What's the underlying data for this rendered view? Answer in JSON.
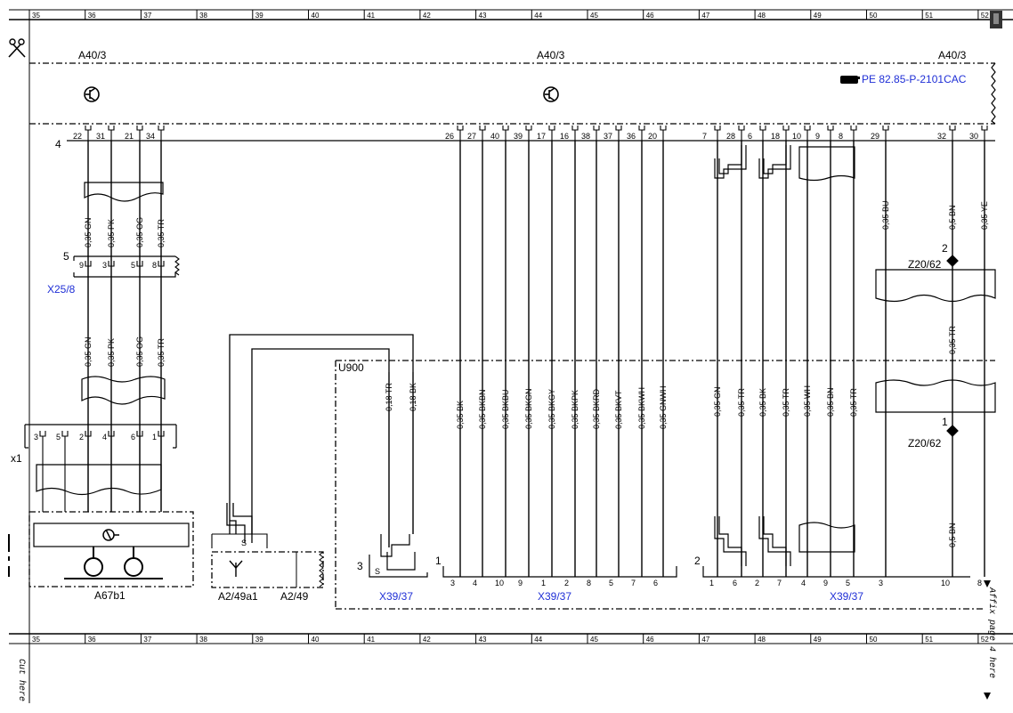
{
  "ruler": {
    "numbers": [
      "35",
      "36",
      "37",
      "38",
      "39",
      "40",
      "41",
      "42",
      "43",
      "44",
      "45",
      "46",
      "47",
      "48",
      "49",
      "50",
      "51",
      "52"
    ]
  },
  "margin": {
    "cut_here": "Cut here",
    "affix": "Affix page 4 here"
  },
  "components": {
    "a40_left": "A40/3",
    "a40_mid": "A40/3",
    "a40_right": "A40/3",
    "pe_reference": "PE 82.85-P-2101CAC",
    "bus_number": "4",
    "x25": "X25/8",
    "x25_pos": "5",
    "x1": "x1",
    "a67b1": "A67b1",
    "a2_49a1": "A2/49a1",
    "a2_49": "A2/49",
    "a2_49_s": "S",
    "u900": "U900",
    "z20_top": "Z20/62",
    "z20_top_pin": "2",
    "z20_bot": "Z20/62",
    "z20_bot_pin": "1",
    "x39_1": "X39/37",
    "x39_1_pos": "3",
    "x39_1_s": "S",
    "x39_2": "X39/37",
    "x39_2_pos": "1",
    "x39_3": "X39/37",
    "x39_3_pos": "2"
  },
  "a40_pins": [
    "22",
    "31",
    "21",
    "34",
    "26",
    "27",
    "40",
    "39",
    "17",
    "16",
    "38",
    "37",
    "36",
    "20",
    "7",
    "28",
    "6",
    "18",
    "10",
    "9",
    "8",
    "29",
    "32",
    "30"
  ],
  "x25_pins": [
    "9",
    "3",
    "5",
    "8"
  ],
  "x1_pins": [
    "3",
    "5",
    "2",
    "4",
    "6",
    "1"
  ],
  "x39_pins": {
    "left": [
      "3",
      "4",
      "10",
      "9",
      "1",
      "2",
      "8",
      "5",
      "7",
      "6"
    ],
    "right": [
      "1",
      "6",
      "2",
      "7",
      "4",
      "9",
      "5",
      "3",
      "10",
      "8"
    ]
  },
  "wire_labels": {
    "top_left": [
      "0,35 GN",
      "0,35 PK",
      "0,35 OG",
      "0,35 TR"
    ],
    "bottom_left": [
      "0,35 GN",
      "0,35 PK",
      "0,35 OG",
      "0,35 TR"
    ],
    "shield": [
      "0,18 TR",
      "0,18 BK"
    ],
    "mid": [
      "0,35 BK",
      "0,35 BKBN",
      "0,35 BKBU",
      "0,35 BKGN",
      "0,35 BKGY",
      "0,35 BKPK",
      "0,35 BKRD",
      "0,35 BKVT",
      "0,35 BKWH",
      "0,35 GNWH"
    ],
    "right_group": [
      "0,35 GN",
      "0,35 TR",
      "0,35 BK",
      "0,35 TR",
      "0,35 WH",
      "0,35 BN",
      "0,35 TR"
    ],
    "far_right_top": [
      "0,35 BU",
      "0,5 BN",
      "0,35 YE"
    ],
    "z20_between": "0,35 TR",
    "z20_below": "0,5 BN"
  }
}
